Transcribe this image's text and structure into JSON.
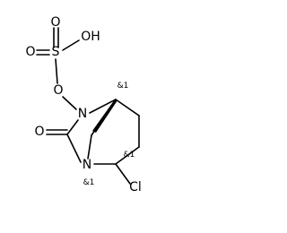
{
  "structure": {
    "atoms": {
      "o_top": "O",
      "s": "S",
      "oh": "OH",
      "o_left": "O",
      "o_link": "O",
      "n_top": "N",
      "o_carbonyl": "O",
      "n_bottom": "N",
      "cl": "Cl"
    },
    "stereo_labels": {
      "top": "&1",
      "right": "&1",
      "bottom": "&1"
    }
  }
}
